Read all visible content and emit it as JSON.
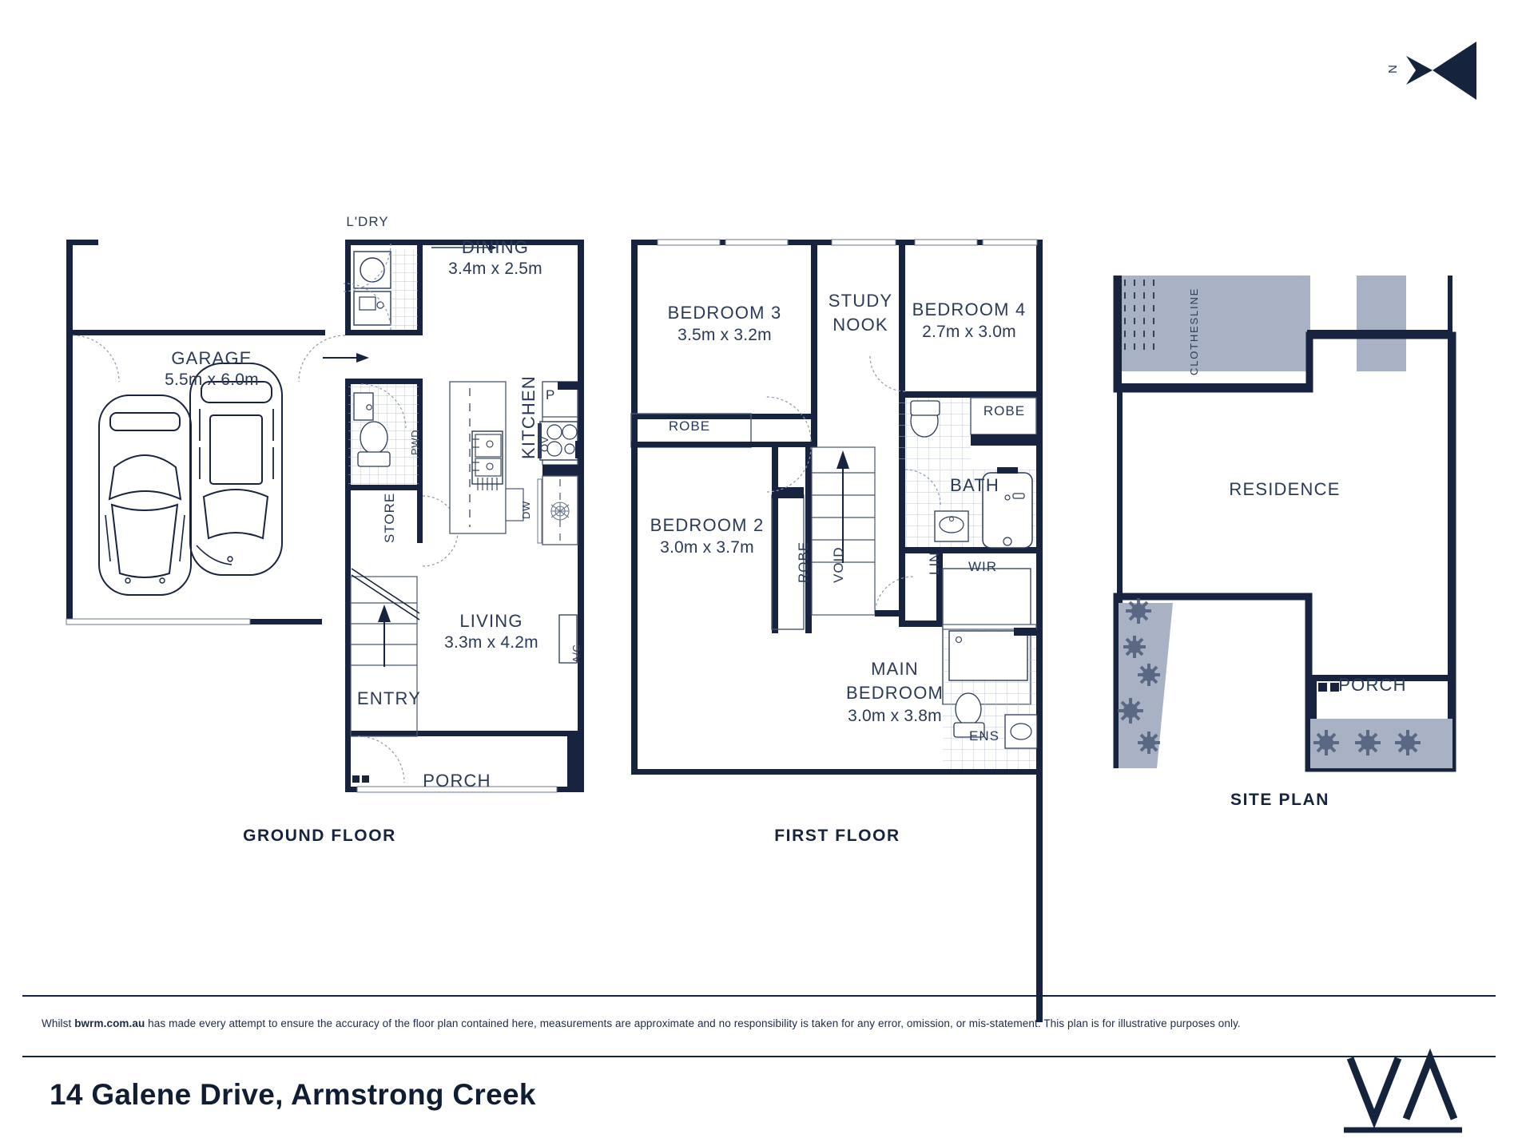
{
  "meta": {
    "address": "14 Galene Drive, Armstrong Creek",
    "disclaimer_brand": "bwrm.com.au",
    "disclaimer_pre": "Whilst ",
    "disclaimer_post": " has made every attempt to ensure the accuracy of the floor plan contained here, measurements are approximate and no responsibility is taken for any error, omission, or mis-statement. This plan is for illustrative purposes only.",
    "logo_text": "VA",
    "compass_label": "N",
    "colors": {
      "wall": "#17233f",
      "text": "#2b3a57",
      "fixture": "#2b3a57",
      "site_fill": "#a9b2c4",
      "page": "#ffffff"
    }
  },
  "plans": [
    {
      "id": "ground",
      "title": "GROUND FLOOR",
      "rooms": [
        {
          "name": "GARAGE",
          "dim": "5.5m x 6.0m"
        },
        {
          "name": "DINING",
          "dim": "3.4m x 2.5m"
        },
        {
          "name": "LIVING",
          "dim": "3.3m x 4.2m"
        },
        {
          "name": "KITCHEN",
          "dim": ""
        },
        {
          "name": "ENTRY",
          "dim": ""
        },
        {
          "name": "PORCH",
          "dim": ""
        }
      ],
      "annotations": [
        "L'DRY",
        "PWD",
        "STORE",
        "A/C",
        "P",
        "OV",
        "DW"
      ]
    },
    {
      "id": "first",
      "title": "FIRST FLOOR",
      "rooms": [
        {
          "name": "BEDROOM 3",
          "dim": "3.5m x 3.2m"
        },
        {
          "name": "BEDROOM 2",
          "dim": "3.0m x 3.7m"
        },
        {
          "name": "BEDROOM 4",
          "dim": "2.7m x 3.0m"
        },
        {
          "name": "MAIN BEDROOM",
          "dim": "3.0m x 3.8m"
        },
        {
          "name": "STUDY NOOK",
          "dim": ""
        },
        {
          "name": "BATH",
          "dim": ""
        }
      ],
      "annotations": [
        "ROBE",
        "ROBE",
        "ROBE",
        "VOID",
        "LIN",
        "WIR",
        "ENS"
      ]
    },
    {
      "id": "site",
      "title": "SITE PLAN",
      "rooms": [
        {
          "name": "RESIDENCE",
          "dim": ""
        },
        {
          "name": "PORCH",
          "dim": ""
        }
      ],
      "annotations": [
        "CLOTHESLINE"
      ]
    }
  ],
  "labels": {
    "ground": {
      "garage_name": "GARAGE",
      "garage_dim": "5.5m x 6.0m",
      "dining_name": "DINING",
      "dining_dim": "3.4m x 2.5m",
      "living_name": "LIVING",
      "living_dim": "3.3m x 4.2m",
      "kitchen": "KITCHEN",
      "ldry": "L'DRY",
      "pwd": "PWD",
      "store": "STORE",
      "ac": "A/C",
      "pantry": "P",
      "oven": "OV",
      "dishwasher": "DW",
      "entry": "ENTRY",
      "porch": "PORCH",
      "title": "GROUND FLOOR"
    },
    "first": {
      "bed3_name": "BEDROOM 3",
      "bed3_dim": "3.5m x 3.2m",
      "bed2_name": "BEDROOM 2",
      "bed2_dim": "3.0m x 3.7m",
      "bed4_name": "BEDROOM 4",
      "bed4_dim": "2.7m x 3.0m",
      "main_name_1": "MAIN",
      "main_name_2": "BEDROOM",
      "main_dim": "3.0m x 3.8m",
      "study_1": "STUDY",
      "study_2": "NOOK",
      "bath": "BATH",
      "robe_bed3": "ROBE",
      "robe_bed4": "ROBE",
      "robe_bed2": "ROBE",
      "void": "VOID",
      "lin": "LIN",
      "wir": "WIR",
      "ens": "ENS",
      "title": "FIRST FLOOR"
    },
    "site": {
      "residence": "RESIDENCE",
      "porch": "PORCH",
      "clothesline": "CLOTHESLINE",
      "title": "SITE PLAN"
    }
  }
}
